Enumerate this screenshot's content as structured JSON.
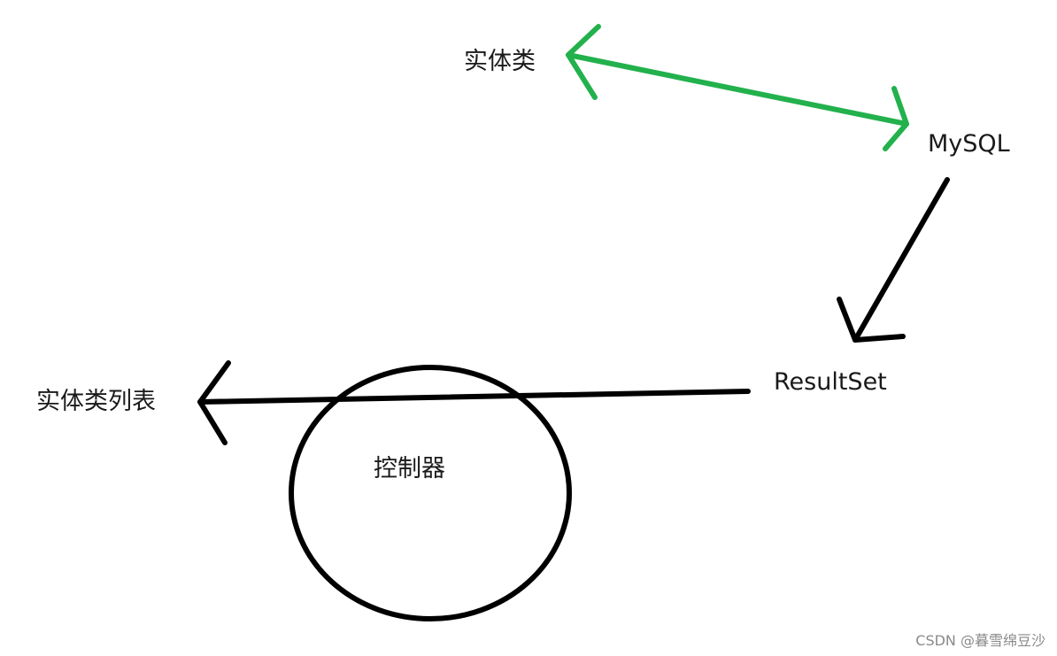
{
  "nodes": {
    "entity_class": "实体类",
    "mysql": "MySQL",
    "result_set": "ResultSet",
    "entity_list": "实体类列表",
    "controller": "控制器"
  },
  "watermark": "CSDN @暮雪绵豆沙",
  "colors": {
    "green_arrow": "#22b14c",
    "black_stroke": "#000000",
    "text": "#1a1a1a",
    "watermark": "#8a8a8a",
    "background": "#ffffff"
  },
  "edges": [
    {
      "from": "实体类",
      "to": "MySQL",
      "style": "bidirectional",
      "color": "green"
    },
    {
      "from": "MySQL",
      "to": "ResultSet",
      "style": "directed",
      "color": "black"
    },
    {
      "from": "ResultSet",
      "to": "实体类列表",
      "style": "directed",
      "color": "black",
      "via": "控制器"
    }
  ]
}
